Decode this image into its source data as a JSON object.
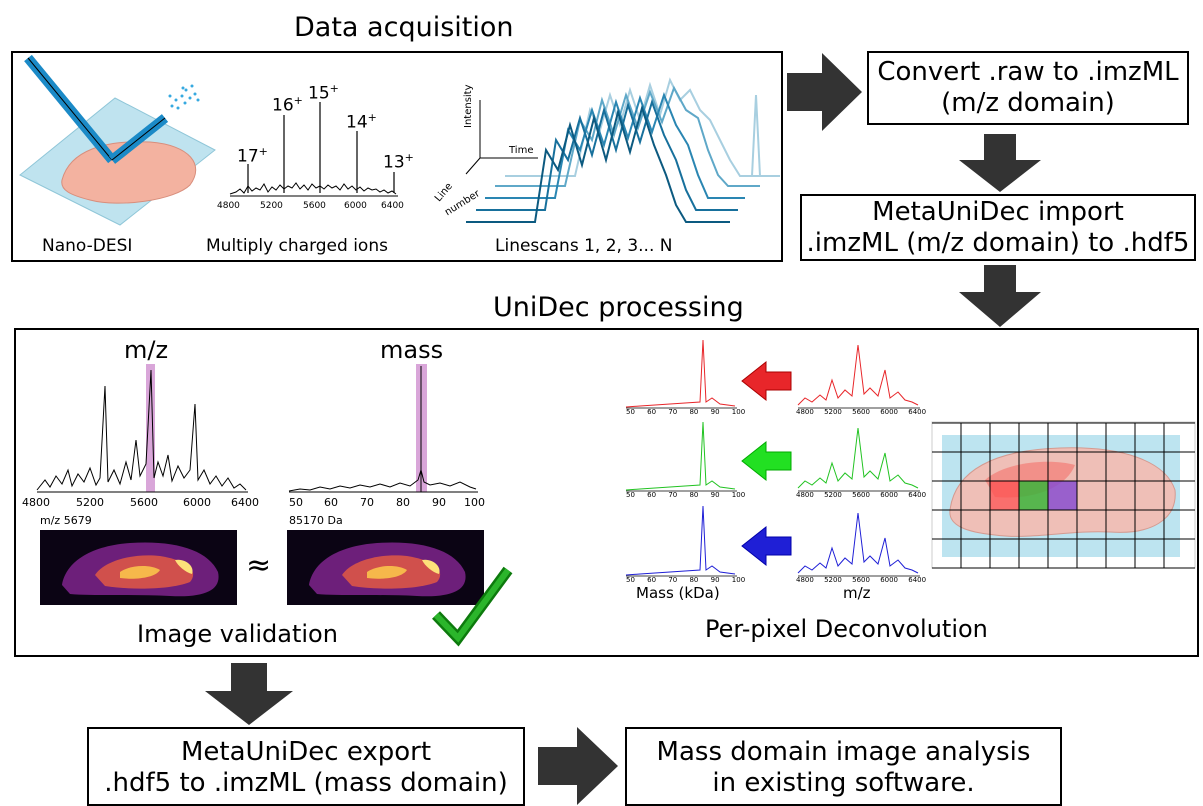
{
  "acquisition": {
    "title": "Data acquisition",
    "caption_nanodesi": "Nano-DESI",
    "caption_ions": "Multiply charged ions",
    "caption_linescans": "Linescans 1, 2, 3... N",
    "charges": [
      "17",
      "16",
      "15",
      "14",
      "13"
    ],
    "charge_sign": "+",
    "mz_ticks": [
      "4800",
      "5200",
      "5600",
      "6000",
      "6400"
    ],
    "axis_intensity": "Intensity",
    "axis_time": "Time",
    "axis_line": "Line",
    "axis_number": "number"
  },
  "steps": {
    "convert_l1": "Convert .raw to .imzML",
    "convert_l2": "(m/z domain)",
    "import_l1": "MetaUniDec import",
    "import_l2": ".imzML (m/z domain) to .hdf5",
    "export_l1": "MetaUniDec export",
    "export_l2": ".hdf5 to .imzML (mass domain)",
    "analysis_l1": "Mass domain image analysis",
    "analysis_l2": "in existing software."
  },
  "processing": {
    "title": "UniDec processing",
    "label_mz": "m/z",
    "label_mass": "mass",
    "mz_ticks": [
      "4800",
      "5200",
      "5600",
      "6000",
      "6400"
    ],
    "mass_ticks": [
      "50",
      "60",
      "70",
      "80",
      "90",
      "100"
    ],
    "image_mz_label": "m/z 5679",
    "image_mass_label": "85170 Da",
    "approx": "≈",
    "validation_caption": "Image validation",
    "deconv_caption": "Per-pixel Deconvolution",
    "axis_mass_kda": "Mass (kDa)",
    "axis_mz": "m/z",
    "small_mass_ticks": [
      "50",
      "60",
      "70",
      "80",
      "90",
      "100"
    ],
    "small_mz_ticks": [
      "4800",
      "5200",
      "5600",
      "6000",
      "6400"
    ],
    "pixel_colors": [
      "#e8262a",
      "#22c322",
      "#1f1fd6"
    ],
    "icons": [
      "right-arrow-icon",
      "down-arrow-icon",
      "left-arrow-icon",
      "checkmark-icon"
    ]
  }
}
